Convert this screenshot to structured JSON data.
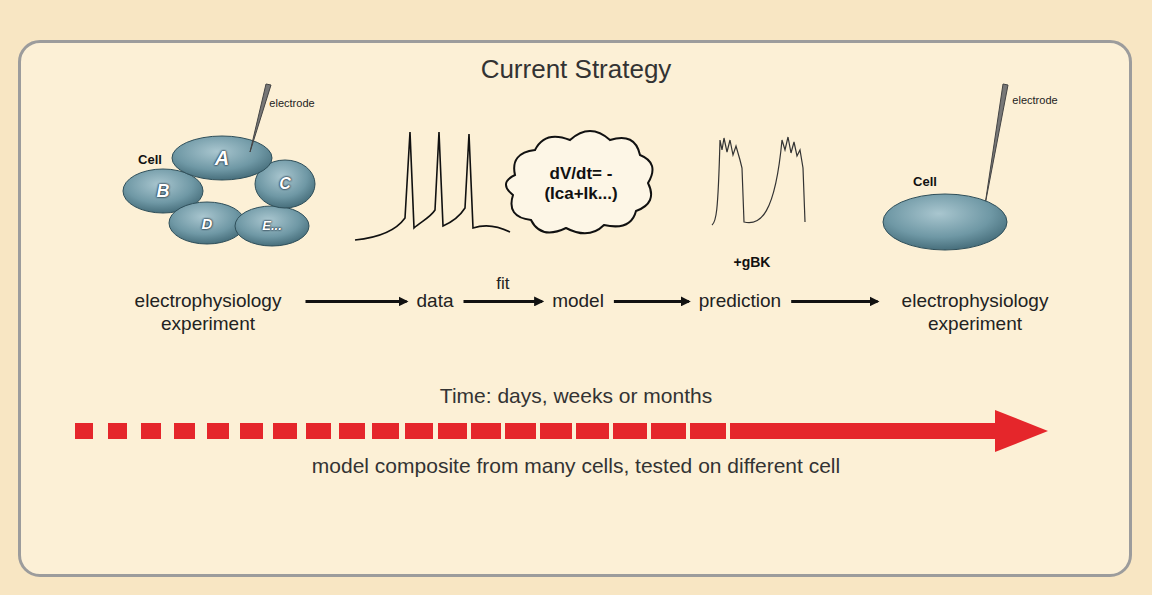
{
  "diagram": {
    "title": "Current Strategy",
    "caption": "model composite from many cells, tested on different cell",
    "nodes": [
      {
        "text": [
          "electrophysiology experiment"
        ]
      },
      {
        "text": [
          "data"
        ]
      },
      {
        "text": [
          "model"
        ]
      },
      {
        "text": [
          "prediction"
        ]
      },
      {
        "text": [
          "electrophysiology experiment"
        ]
      }
    ],
    "edges": [
      {
        "from": 0,
        "to": 1,
        "arrow": "to"
      },
      {
        "from": 1,
        "to": 2,
        "label": "fit",
        "arrow": "to"
      },
      {
        "from": 2,
        "to": 3,
        "arrow": "to"
      },
      {
        "from": 3,
        "to": 4,
        "arrow": "to"
      }
    ],
    "labels": [
      "electrode",
      "Cell",
      "A",
      "B",
      "C",
      "D",
      "E...",
      "dV/dt= -(Ica+Ik...)",
      "+gBK",
      "Cell",
      "electrode",
      "Time: days, weeks or months"
    ]
  }
}
